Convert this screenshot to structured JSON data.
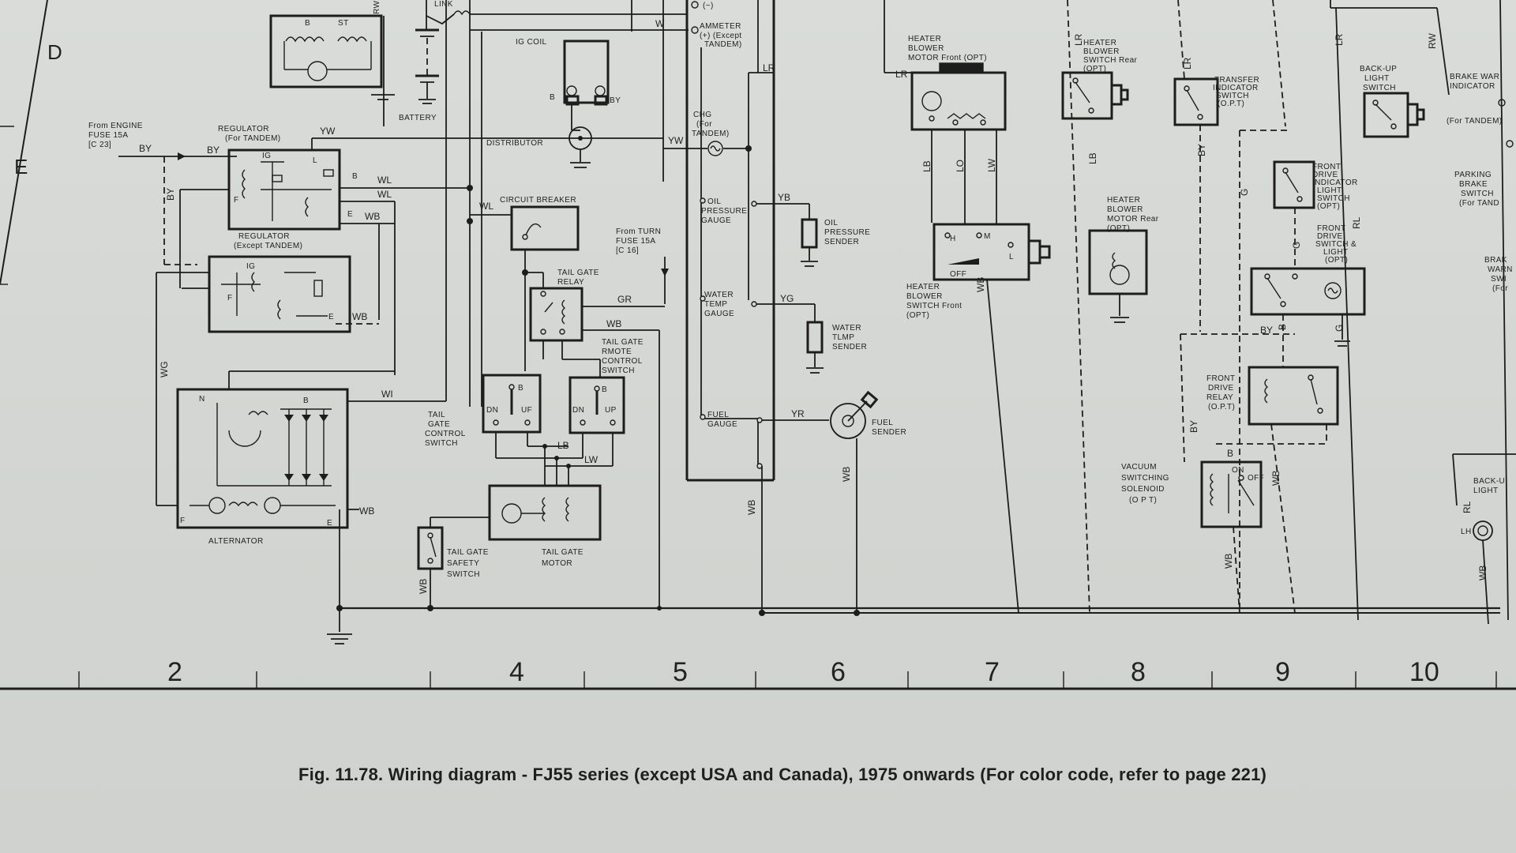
{
  "grid": {
    "row_labels": [
      "D",
      "E"
    ],
    "column_labels": [
      "2",
      "4",
      "5",
      "6",
      "7",
      "8",
      "9",
      "10"
    ]
  },
  "components": {
    "starter": {
      "terminals": [
        "B",
        "ST"
      ]
    },
    "fusible_link": "LINK",
    "battery": "BATTERY",
    "ig_coil": {
      "label": "IG COIL",
      "terminals": [
        "B",
        "BY"
      ]
    },
    "distributor": "DISTRIBUTOR",
    "ammeter": {
      "name": "AMMETER",
      "line2": "(+) (Except",
      "line3": "TANDEM)"
    },
    "ammeter_minus": "(−)",
    "chg": {
      "name": "CHG",
      "line2": "(For",
      "line3": "TANDEM)"
    },
    "fuse_engine": {
      "line1": "From ENGINE",
      "line2": "FUSE 15A",
      "line3": "[C 23]"
    },
    "regulator_tandem": {
      "name": "REGULATOR",
      "sub": "(For TANDEM)",
      "terminals": [
        "IG",
        "L",
        "B",
        "E",
        "F"
      ]
    },
    "regulator": {
      "name": "REGULATOR",
      "sub": "(Except TANDEM)",
      "terminals": [
        "IG",
        "F",
        "E"
      ]
    },
    "alternator": {
      "name": "ALTERNATOR",
      "terminals": [
        "N",
        "B",
        "F",
        "E"
      ]
    },
    "circuit_breaker": "CIRCUIT BREAKER",
    "fuse_turn": {
      "line1": "From TURN",
      "line2": "FUSE 15A",
      "line3": "[C 16]"
    },
    "tail_gate_relay": {
      "line1": "TAIL GATE",
      "line2": "RELAY"
    },
    "tail_gate_remote": {
      "line1": "TAIL GATE",
      "line2": "RMOTE",
      "line3": "CONTROL",
      "line4": "SWITCH"
    },
    "tail_gate_control": {
      "line1": "TAIL",
      "line2": "GATE",
      "line3": "CONTROL",
      "line4": "SWITCH",
      "terminals": [
        "B",
        "DN",
        "UF",
        "B",
        "DN",
        "UP"
      ]
    },
    "tail_gate_safety": {
      "line1": "TAIL GATE",
      "line2": "SAFETY",
      "line3": "SWITCH"
    },
    "tail_gate_motor": {
      "line1": "TAIL GATE",
      "line2": "MOTOR"
    },
    "oil_gauge": {
      "line1": "OIL",
      "line2": "PRESSURE",
      "line3": "GAUGE"
    },
    "oil_sender": {
      "line1": "OIL",
      "line2": "PRESSURE",
      "line3": "SENDER"
    },
    "water_gauge": {
      "line1": "WATER",
      "line2": "TEMP",
      "line3": "GAUGE"
    },
    "water_sender": {
      "line1": "WATER",
      "line2": "TLMP",
      "line3": "SENDER"
    },
    "fuel_gauge": {
      "line1": "FUEL",
      "line2": "GAUGE"
    },
    "fuel_sender": {
      "line1": "FUEL",
      "line2": "SENDER"
    },
    "heater_motor_front": {
      "line1": "HEATER",
      "line2": "BLOWER",
      "line3": "MOTOR Front (OPT)"
    },
    "heater_switch_front": {
      "line1": "HEATER",
      "line2": "BLOWER",
      "line3": "SWITCH Front",
      "line4": "(OPT)",
      "terminals": [
        "H",
        "M",
        "L",
        "OFF"
      ]
    },
    "heater_switch_rear": {
      "line1": "HEATER",
      "line2": "BLOWER",
      "line3": "SWITCH Rear",
      "line4": "(OPT)"
    },
    "heater_motor_rear": {
      "line1": "HEATER",
      "line2": "BLOWER",
      "line3": "MOTOR Rear",
      "line4": "(OPT)"
    },
    "transfer_indicator": {
      "line1": "TRANSFER",
      "line2": "INDICATOR",
      "line3": "SWITCH",
      "line4": "(O.P.T)"
    },
    "front_drive_indicator": {
      "line1": "FRONT",
      "line2": "DRIVE",
      "line3": "INDICATOR",
      "line4": "LIGHT",
      "line5": "SWITCH",
      "line6": "(OPT)"
    },
    "front_drive_switch": {
      "line1": "FRONT",
      "line2": "DRIVE",
      "line3": "SWITCH &",
      "line4": "LIGHT",
      "line5": "(OPT)"
    },
    "front_drive_relay": {
      "line1": "FRONT",
      "line2": "DRIVE",
      "line3": "RELAY",
      "line4": "(O.P.T)"
    },
    "vacuum_solenoid": {
      "line1": "VACUUM",
      "line2": "SWITCHING",
      "line3": "SOLENOID",
      "line4": "(O P T)",
      "terminals": [
        "ON",
        "OFF"
      ]
    },
    "backup_switch": {
      "line1": "BACK-UP",
      "line2": "LIGHT",
      "line3": "SWITCH"
    },
    "brake_warning": {
      "line1": "BRAKE WAR",
      "line2": "INDICATOR",
      "line3": "(For TANDEM)"
    },
    "parking_brake": {
      "line1": "PARKING",
      "line2": "BRAKE",
      "line3": "SWITCH",
      "line4": "(For TAND"
    },
    "brake_partial": {
      "line1": "BRAK",
      "line2": "WARN",
      "line3": "SWI",
      "line4": "(For"
    },
    "backup_light": {
      "line1": "BACK-U",
      "line2": "LIGHT",
      "lh": "LH"
    }
  },
  "wires": {
    "RW": "RW",
    "W": "W",
    "LR": "LR",
    "YW": "YW",
    "BY": "BY",
    "WL": "WL",
    "WB": "WB",
    "WG": "WG",
    "WI": "WI",
    "GR": "GR",
    "LB": "LB",
    "LW": "LW",
    "YB": "YB",
    "YG": "YG",
    "YR": "YR",
    "LO": "LO",
    "G": "G",
    "RL": "RL",
    "B": "B"
  },
  "caption": "Fig. 11.78. Wiring diagram - FJ55 series (except USA and Canada), 1975 onwards (For color code, refer to page 221)",
  "colors": {
    "ink": "#1d1d1d",
    "paper": "#d5d8d5"
  }
}
